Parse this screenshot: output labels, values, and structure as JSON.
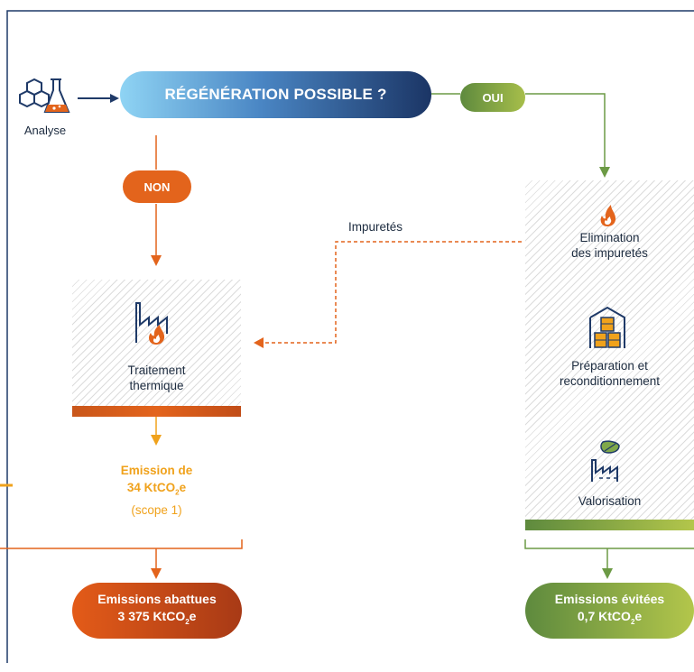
{
  "analyse": {
    "label": "Analyse"
  },
  "question": {
    "label": "RÉGÉNÉRATION POSSIBLE ?"
  },
  "branches": {
    "yes": "OUI",
    "no": "NON"
  },
  "impurities_link": {
    "label": "Impuretés"
  },
  "left_column": {
    "process_label": "Traitement\nthermique",
    "emission": {
      "line1": "Emission de",
      "line2_prefix": "34 KtCO",
      "line2_sub": "2",
      "line2_suffix": "e",
      "line3": "(scope 1)"
    },
    "result": {
      "line1": "Emissions abattues",
      "line2_prefix": "3 375 KtCO",
      "line2_sub": "2",
      "line2_suffix": "e"
    }
  },
  "right_column": {
    "steps": [
      {
        "label": "Elimination\ndes impuretés",
        "icon": "flame-icon"
      },
      {
        "label": "Préparation et\nreconditionnement",
        "icon": "barrels-icon"
      },
      {
        "label": "Valorisation",
        "icon": "green-factory-icon"
      }
    ],
    "result": {
      "line1": "Emissions évitées",
      "line2_prefix": "0,7 KtCO",
      "line2_sub": "2",
      "line2_suffix": "e"
    }
  },
  "colors": {
    "navy": "#1f3a68",
    "orange": "#e3641c",
    "amber": "#f0a21c",
    "green": "#6c9a45",
    "lightgreen": "#b3c64b",
    "lightblue": "#6ec6f0"
  }
}
